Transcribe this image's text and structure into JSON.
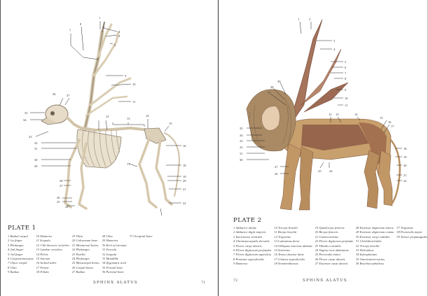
{
  "left_page": {
    "plate_title": "PLATE 1",
    "legend": [
      "1  Radial carpal",
      "2  1st finger",
      "3  Phalanges",
      "4  2nd finger",
      "5  3rd finger",
      "6  Carpometacarpus",
      "7  Ulnar carpal",
      "8  Ulna",
      "9  Radius",
      "10  Humerus",
      "11  Scapula",
      "12  13th thoracic vertebra",
      "13  Lumbar vertebra",
      "14  Pelvis",
      "15  Sacrum",
      "16  Ischial tuber",
      "17  Femur",
      "18  Fibula",
      "19  Tibia",
      "20  Calcaneum bone",
      "21  Metatarsal bones",
      "22  Phalanges",
      "23  Patella",
      "24  Phalanges",
      "25  Metacarpal bones",
      "26  Carpal bones",
      "27  Radius",
      "28  Ulna",
      "29  Humerus",
      "30  Keel of sternum",
      "31  Furcula",
      "32  Scapula",
      "33  Mandible",
      "34  Zygomatic arch",
      "35  Frontal bone",
      "36  Parietal bone",
      "37  Occipital bone"
    ],
    "running_head": "SPHINX ALATUS",
    "folio": "71"
  },
  "right_page": {
    "plate_title": "PLATE 2",
    "legend": [
      "1  Adductor alulae",
      "2  Adductor digiti majoris",
      "3  Interosseus ventralis",
      "4  Ulnimetacarpalis dorsalis",
      "5  Flexor carpi ulnaris",
      "6  Flexor digitorum profundus",
      "7  Flexor digitorum superficialis",
      "8  Pronator superficialis",
      "9  Humerus",
      "10  Triceps brachii",
      "11  Biceps brachii",
      "12  Trapezius",
      "13  Latissimus dorsi",
      "14  Obliquus externus abdominis",
      "15  Sartorius",
      "16  Tensor fasciae latae",
      "17  Gluteus superficialis",
      "18  Semitendinosus",
      "19  Quadriceps femoris",
      "20  Biceps femoris",
      "21  Gastrocnemius",
      "22  Flexor digitorum profundus",
      "23  Tibialis cranialis",
      "24  Vagina recti abdominis",
      "25  Pectoralis minor",
      "26  Flexor carpi ulnaris",
      "27  Extensor carpi ulnaris",
      "28  Extensor digitorum lateralis",
      "29  Extensor digitorum communis",
      "30  Extensor carpi radialis",
      "31  Cleidobrachialis",
      "32  Triceps brachii",
      "33  Deltoideus",
      "34  Infraspinatus",
      "35  Omotransversarius",
      "36  Brachiocephalicus",
      "37  Trapezius",
      "38  Pectoralis major",
      "39  Tensor propatagialis"
    ],
    "running_head": "SPHINX ALATUS",
    "folio": "72"
  },
  "colors": {
    "bone": "#e7dcc7",
    "muscle": "#8d5a45",
    "fur": "#c8a06d",
    "hair": "#a98a65",
    "leader": "#222222"
  }
}
